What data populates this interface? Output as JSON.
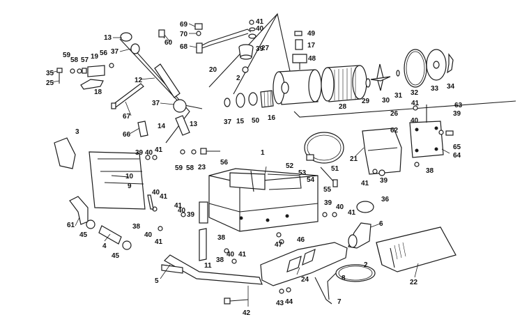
{
  "diagram": {
    "callouts": {
      "c1": "1",
      "c2": "2",
      "c2b": "2",
      "c3": "3",
      "c4": "4",
      "c5": "5",
      "c6": "6",
      "c7": "7",
      "c8": "8",
      "c9": "9",
      "c10": "10",
      "c11": "11",
      "c12": "12",
      "c13": "13",
      "c13b": "13",
      "c14": "14",
      "c15": "15",
      "c16": "16",
      "c17": "17",
      "c18": "18",
      "c19": "19",
      "c20": "20",
      "c21": "21",
      "c22": "22",
      "c23": "23",
      "c24": "24",
      "c25": "25",
      "c26": "26",
      "c27": "27",
      "c28": "28",
      "c29": "29",
      "c30": "30",
      "c31": "31",
      "c32": "32",
      "c33": "33",
      "c34": "34",
      "c35": "35",
      "c36": "36",
      "c37": "37",
      "c37b": "37",
      "c37c": "37",
      "c38": "38",
      "c38b": "38",
      "c38c": "38",
      "c38d": "38",
      "c39": "39",
      "c39b": "39",
      "c39c": "39",
      "c39d": "39",
      "c39e": "39",
      "c39f": "39",
      "c40": "40",
      "c40b": "40",
      "c40c": "40",
      "c40d": "40",
      "c40e": "40",
      "c40f": "40",
      "c40g": "40",
      "c40h": "40",
      "c41": "41",
      "c41b": "41",
      "c41c": "41",
      "c41d": "41",
      "c41e": "41",
      "c41f": "41",
      "c41g": "41",
      "c41h": "41",
      "c41i": "41",
      "c42": "42",
      "c43": "43",
      "c44": "44",
      "c45": "45",
      "c45b": "45",
      "c46": "46",
      "c47": "47",
      "c48": "48",
      "c49": "49",
      "c50": "50",
      "c51": "51",
      "c52": "52",
      "c53": "53",
      "c54": "54",
      "c55": "55",
      "c56": "56",
      "c56b": "56",
      "c57": "57",
      "c58": "58",
      "c58b": "58",
      "c59": "59",
      "c59b": "59",
      "c60": "60",
      "c61": "61",
      "c62": "62",
      "c63": "63",
      "c64": "64",
      "c65": "65",
      "c66": "66",
      "c67": "67",
      "c68": "68",
      "c69": "69",
      "c70": "70"
    }
  }
}
